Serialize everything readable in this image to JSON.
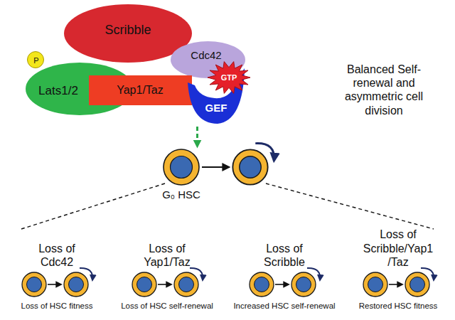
{
  "diagram": {
    "nodes": [
      {
        "text": [
          "Scribble"
        ]
      },
      {
        "text": [
          "Cdc42"
        ]
      },
      {
        "text": [
          "P"
        ]
      },
      {
        "text": [
          "Lats1/2"
        ]
      },
      {
        "text": [
          "Yap1/Taz"
        ]
      },
      {
        "text": [
          "GTP"
        ]
      },
      {
        "text": [
          "GEF"
        ]
      },
      {
        "text": [
          "G₀ HSC"
        ]
      }
    ],
    "edges": [
      {
        "from": 6,
        "to": 7,
        "arrow": "to"
      }
    ],
    "labels": [
      "Balanced Self-renewal and asymmetric cell division",
      "Loss of Cdc42",
      "Loss of HSC fitness",
      "Loss of Yap1/Taz",
      "Loss of HSC self-renewal",
      "Loss of Scribble",
      "Increased HSC self-renewal",
      "Loss of Scribble/Yap1 /Taz",
      "Restored HSC fitness"
    ]
  }
}
